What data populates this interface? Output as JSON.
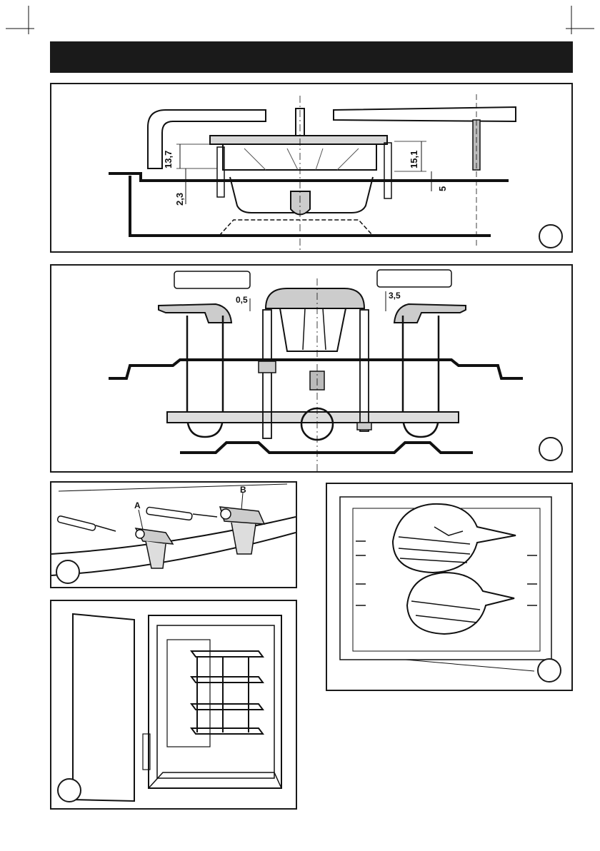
{
  "figure1": {
    "dimensions": [
      "13,7",
      "2,3",
      "15,1",
      "5"
    ]
  },
  "figure2": {
    "dimensions": [
      "0,5",
      "3,5"
    ]
  },
  "figure3": {
    "labels": [
      "A",
      "B"
    ]
  },
  "colors": {
    "ink": "#1a1a1a",
    "paper": "#ffffff"
  }
}
